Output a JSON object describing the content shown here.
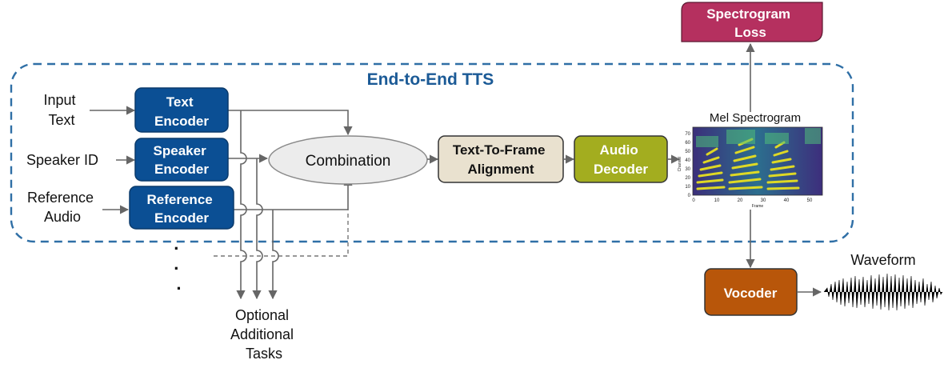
{
  "title": "End-to-End TTS",
  "inputs": {
    "input_text": [
      "Input",
      "Text"
    ],
    "speaker_id": "Speaker ID",
    "reference_audio": [
      "Reference",
      "Audio"
    ]
  },
  "encoders": {
    "text": [
      "Text",
      "Encoder"
    ],
    "speaker": [
      "Speaker",
      "Encoder"
    ],
    "reference": [
      "Reference",
      "Encoder"
    ]
  },
  "combination": "Combination",
  "alignment": [
    "Text-To-Frame",
    "Alignment"
  ],
  "audio_decoder": [
    "Audio",
    "Decoder"
  ],
  "mel_spectrogram": {
    "title": "Mel Spectrogram",
    "y_label": "Channel",
    "x_label": "Frame",
    "y_ticks": [
      "0",
      "10",
      "20",
      "30",
      "40",
      "50",
      "60",
      "70"
    ],
    "x_ticks": [
      "0",
      "10",
      "20",
      "30",
      "40",
      "50"
    ]
  },
  "spectrogram_loss": [
    "Spectrogram",
    "Loss"
  ],
  "vocoder": "Vocoder",
  "waveform": "Waveform",
  "optional_tasks": [
    "Optional",
    "Additional",
    "Tasks"
  ],
  "ellipsis": [
    "·",
    "·",
    "·"
  ],
  "colors": {
    "encoder_blue": "#0b4f94",
    "dashed_border": "#2f6fa6",
    "title_blue": "#1b5a96",
    "combination_fill": "#ececec",
    "alignment_fill": "#e9e1cf",
    "decoder_green": "#a3ad1f",
    "loss_magenta": "#b5305f",
    "vocoder_orange": "#b8560a"
  }
}
